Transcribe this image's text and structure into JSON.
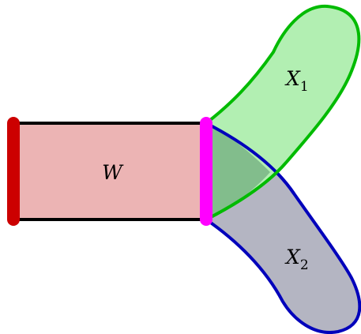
{
  "diagram": {
    "labels": {
      "w": "W",
      "x1": {
        "base": "X",
        "sub": "1"
      },
      "x2": {
        "base": "X",
        "sub": "2"
      }
    },
    "colors": {
      "w_fill": "#ecb4b4",
      "w_left_bar": "#cc0000",
      "w_edges": "#000000",
      "x1_fill": "#b2efb2",
      "x1_stroke": "#00bb00",
      "x2_fill": "#b4b5c2",
      "x2_stroke": "#0000bb",
      "overlap_fill": "#7fb98a",
      "interface_bar": "#ff00ff"
    }
  }
}
